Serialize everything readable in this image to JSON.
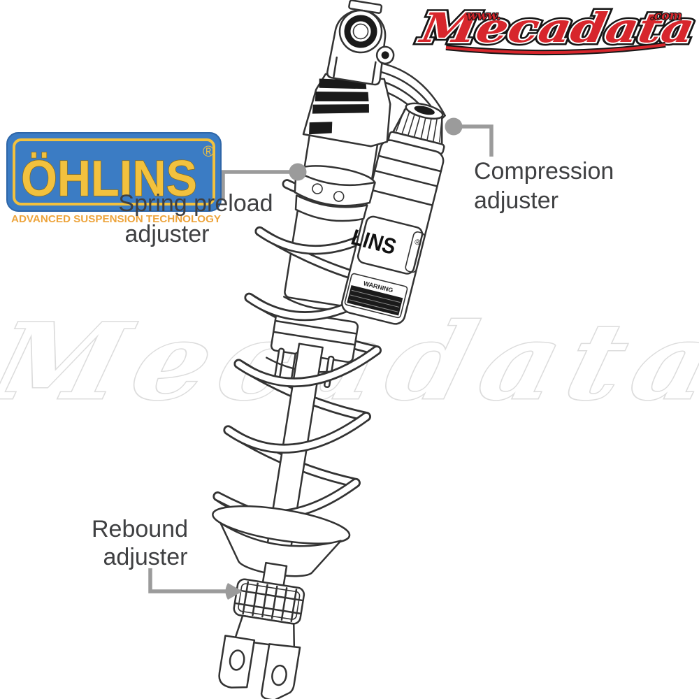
{
  "site_logo": {
    "prefix": "www.",
    "brand": "Mecadata",
    "suffix": ".com"
  },
  "watermark": {
    "text": "Mecadata"
  },
  "ohlins_logo": {
    "brand": "ÖHLINS",
    "registered": "®",
    "tagline": "ADVANCED SUSPENSION TECHNOLOGY"
  },
  "callouts": {
    "spring_preload": {
      "line1": "Spring preload",
      "line2": "adjuster"
    },
    "compression": {
      "line1": "Compression",
      "line2": "adjuster"
    },
    "rebound": {
      "line1": "Rebound",
      "line2": "adjuster"
    }
  },
  "drawing_text": {
    "reservoir_brand_fragment": "LINS",
    "reservoir_registered": "®",
    "warning_label": "WARNING"
  },
  "colors": {
    "logo_red": "#d7262c",
    "ohlins_blue": "#3b7cc4",
    "ohlins_yellow": "#f2c13e",
    "tagline_orange": "#eda43c",
    "label_text": "#3f4042",
    "leader_gray": "#9b9b9b",
    "line_dark": "#333333",
    "watermark_gray": "#dcdcdc"
  }
}
